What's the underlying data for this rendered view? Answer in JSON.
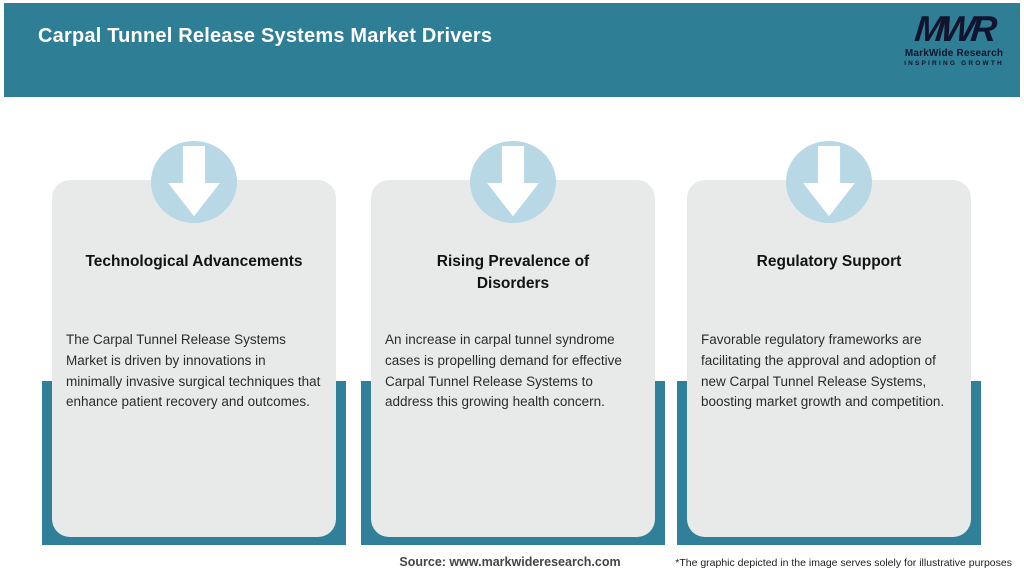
{
  "header": {
    "title": "Carpal Tunnel Release Systems Market Drivers",
    "background_color": "#2e7e96",
    "logo": {
      "letters": "MWR",
      "name": "MarkWide Research",
      "tagline": "INSPIRING GROWTH",
      "color": "#12142e"
    }
  },
  "cards": [
    {
      "icon": "down-arrow-icon",
      "title": "Technological Advancements",
      "body": "The Carpal Tunnel Release Systems Market is driven by innovations in minimally invasive surgical techniques that enhance patient recovery and outcomes."
    },
    {
      "icon": "down-arrow-icon",
      "title": "Rising Prevalence of\nDisorders",
      "body": "An increase in carpal tunnel syndrome cases is propelling demand for effective Carpal Tunnel Release Systems to address this growing health concern."
    },
    {
      "icon": "down-arrow-icon",
      "title": "Regulatory Support",
      "body": "Favorable regulatory frameworks are facilitating the approval and adoption of new Carpal Tunnel Release Systems, boosting market growth and competition."
    }
  ],
  "footer": {
    "source": "Source: www.markwideresearch.com",
    "disclaimer": "*The graphic depicted in the image serves solely for illustrative purposes"
  },
  "colors": {
    "header_teal": "#2e7e96",
    "band_teal": "#31809a",
    "circle_blue": "#b7d8e4",
    "card_gray": "#e8eaea",
    "arrow_white": "#ffffff"
  }
}
